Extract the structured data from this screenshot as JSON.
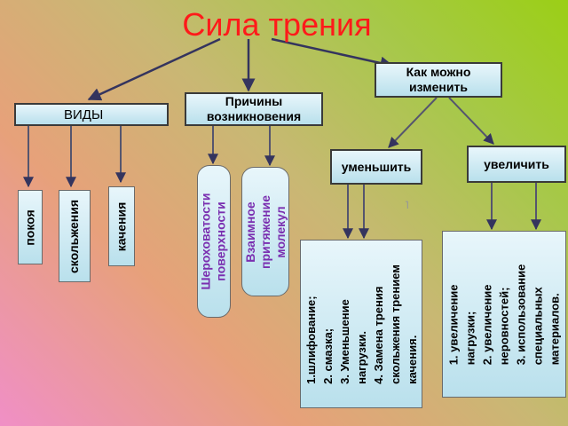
{
  "title": "Сила трения",
  "nodes": {
    "vidy": "ВИДЫ",
    "prichiny": "Причины\nвозникновения",
    "kak_izmenit": "Как можно\nизменить",
    "umenshit": "уменьшить",
    "uvelichit": "увеличить",
    "pokoya": "покоя",
    "skolzheniya": "скольжения",
    "kacheniya": "качения",
    "sherokhovatosti": "Шероховатости\nповерхности",
    "vzaimnoe": "Взаимное\nпритяжение\nмолекул",
    "umenshit_list": "1.шлифование;\n2. смазка;\n3. Уменьшение\nнагрузки.\n4. Замена трения\nскольжения трением\nкачения.",
    "uvelichit_list": "1. увеличение\nнагрузки;\n2. увеличение\nнеровностей;\n3. использование\nспециальных\nматериалов."
  },
  "colors": {
    "title": "#ff1a1a",
    "arrows": "#3a3a66",
    "cause_text": "#7a2fb0"
  }
}
